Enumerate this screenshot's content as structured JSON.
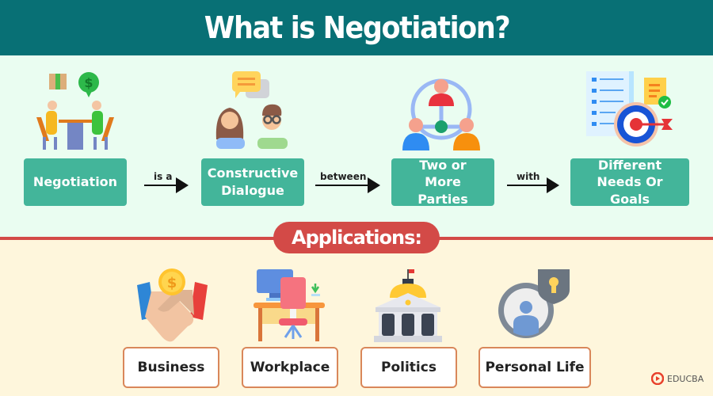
{
  "header": {
    "title": "What is Negotiation?"
  },
  "flow": {
    "nodes": [
      {
        "label": "Negotiation",
        "icon": "negotiation-table-icon"
      },
      {
        "label": "Constructive Dialogue",
        "icon": "dialogue-people-icon"
      },
      {
        "label": "Two or More Parties",
        "icon": "parties-network-icon"
      },
      {
        "label": "Different Needs Or Goals",
        "icon": "goals-target-icon"
      }
    ],
    "connectors": [
      {
        "label": "is a"
      },
      {
        "label": "between"
      },
      {
        "label": "with"
      }
    ]
  },
  "applications": {
    "title": "Applications:",
    "items": [
      {
        "label": "Business",
        "icon": "handshake-icon"
      },
      {
        "label": "Workplace",
        "icon": "desk-icon"
      },
      {
        "label": "Politics",
        "icon": "government-building-icon"
      },
      {
        "label": "Personal Life",
        "icon": "privacy-person-icon"
      }
    ]
  },
  "branding": {
    "logo_text": "EDUCBA"
  },
  "colors": {
    "header_bg": "#087075",
    "top_bg": "#eafdf1",
    "bottom_bg": "#fef6dc",
    "flow_box": "#43b59a",
    "accent_red": "#d34a47",
    "app_border": "#d9875a"
  }
}
